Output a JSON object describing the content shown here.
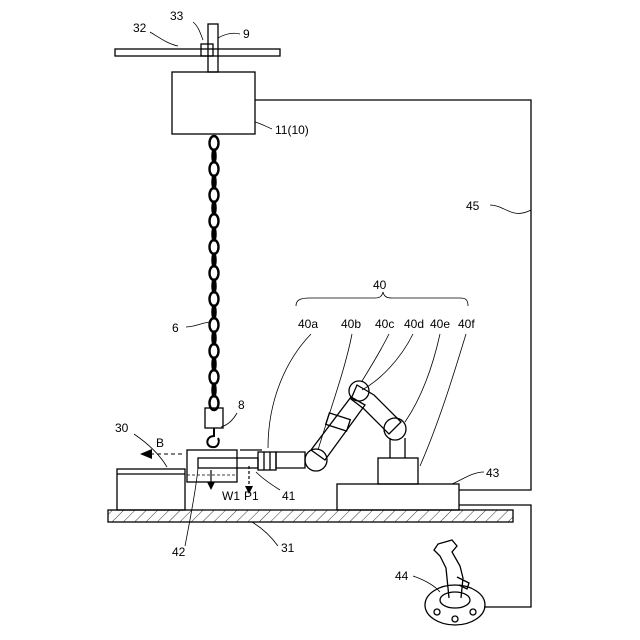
{
  "labels": {
    "l32": "32",
    "l33": "33",
    "l9": "9",
    "l11": "11(10)",
    "l45": "45",
    "l6": "6",
    "l40": "40",
    "l40a": "40a",
    "l40b": "40b",
    "l40c": "40c",
    "l40d": "40d",
    "l40e": "40e",
    "l40f": "40f",
    "l8": "8",
    "l30": "30",
    "lB": "B",
    "l43": "43",
    "lW1": "W1",
    "lP1": "P1",
    "l41": "41",
    "l42": "42",
    "l31": "31",
    "l44": "44"
  }
}
